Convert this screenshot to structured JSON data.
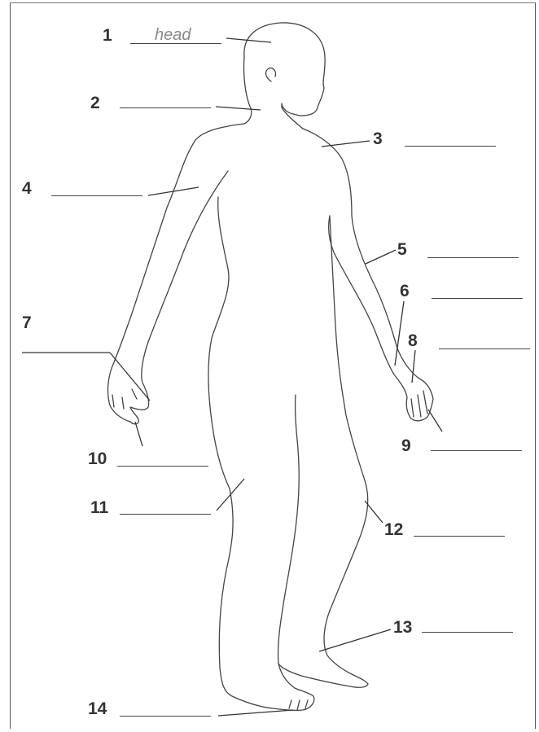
{
  "worksheet": {
    "labels": [
      {
        "number": "1",
        "answer": "head"
      },
      {
        "number": "2",
        "answer": ""
      },
      {
        "number": "3",
        "answer": ""
      },
      {
        "number": "4",
        "answer": ""
      },
      {
        "number": "5",
        "answer": ""
      },
      {
        "number": "6",
        "answer": ""
      },
      {
        "number": "7",
        "answer": ""
      },
      {
        "number": "8",
        "answer": ""
      },
      {
        "number": "9",
        "answer": ""
      },
      {
        "number": "10",
        "answer": ""
      },
      {
        "number": "11",
        "answer": ""
      },
      {
        "number": "12",
        "answer": ""
      },
      {
        "number": "13",
        "answer": ""
      },
      {
        "number": "14",
        "answer": ""
      }
    ]
  },
  "colors": {
    "ink": "#333333",
    "answer_text": "#888888",
    "outline": "#444444"
  }
}
